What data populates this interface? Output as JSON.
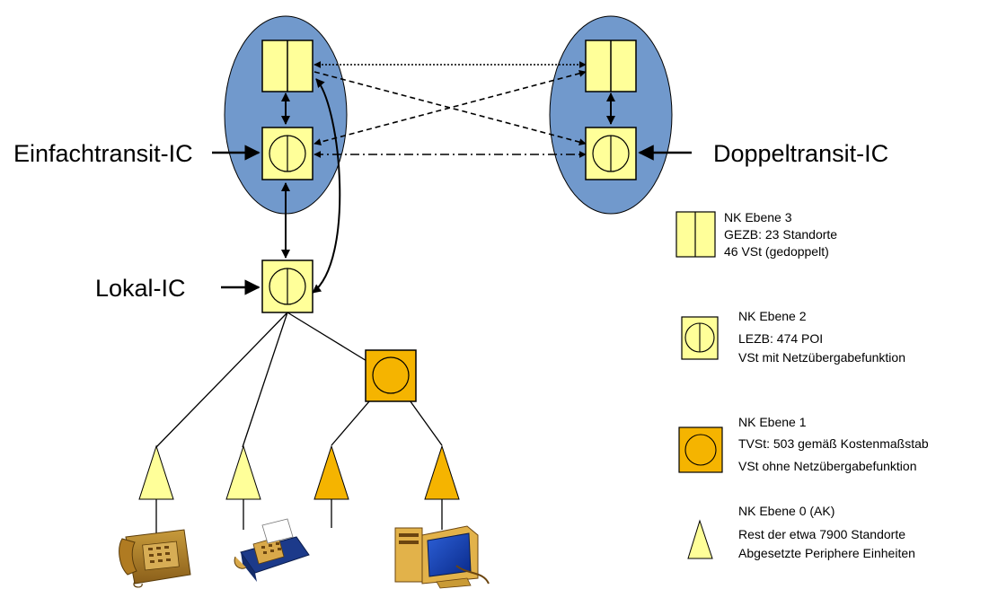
{
  "labels": {
    "einfachtransit": "Einfachtransit-IC",
    "doppeltransit": "Doppeltransit-IC",
    "lokal": "Lokal-IC"
  },
  "legend": {
    "level3": {
      "title": "NK Ebene 3",
      "line1": "GEZB: 23 Standorte",
      "line2": "46 VSt (gedoppelt)"
    },
    "level2": {
      "title": "NK Ebene 2",
      "line1": "LEZB: 474 POI",
      "line2": "VSt mit Netzübergabefunktion"
    },
    "level1": {
      "title": "NK Ebene 1",
      "line1": "TVSt: 503 gemäß Kostenmaßstab",
      "line2": "VSt ohne Netzübergabefunktion"
    },
    "level0": {
      "title": "NK Ebene 0 (AK)",
      "line1": "Rest der etwa 7900 Standorte",
      "line2": "Abgesetzte Periphere Einheiten"
    }
  },
  "colors": {
    "ellipse": "#7199cc",
    "light_yellow": "#ffff99",
    "orange": "#f5b400"
  },
  "icons": [
    "telephone-icon",
    "fax-icon",
    "computer-icon"
  ]
}
